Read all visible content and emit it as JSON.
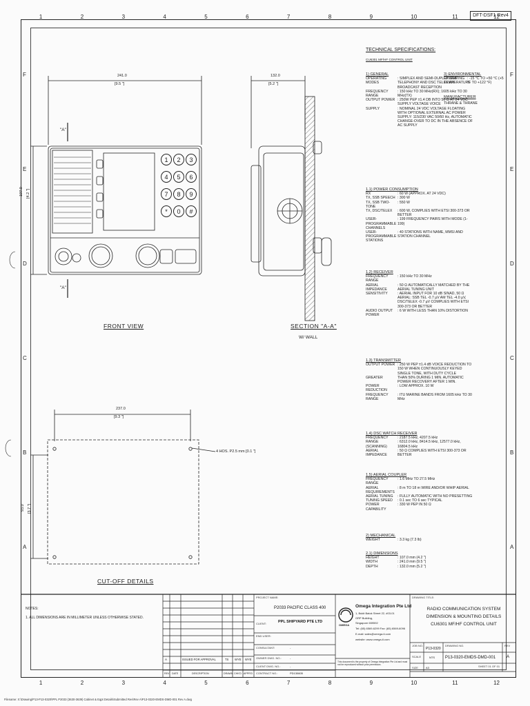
{
  "rev_tag": "DFT-DSF1 Rev4",
  "columns": [
    "1",
    "2",
    "3",
    "4",
    "5",
    "6",
    "7",
    "8",
    "9",
    "10",
    "11",
    "12"
  ],
  "rows": [
    "F",
    "E",
    "D",
    "C",
    "B",
    "A"
  ],
  "views": {
    "front_view": "FRONT VIEW",
    "section_title": "SECTION \"A-A\"",
    "section_sub": "W/ WALL",
    "cutoff": "CUT-OFF DETAILS",
    "section_marker": "\"A\"",
    "dim_width": "241.0",
    "dim_width_in": "[9.5 \"]",
    "dim_height": "107.0",
    "dim_height_in": "[4.2 \"]",
    "dim_depth": "132.0",
    "dim_depth_in": "[5.2 \"]",
    "cut_width": "237.0",
    "cut_width_in": "[9.3 \"]",
    "cut_height": "93.0",
    "cut_height_in": "[3.7 \"]",
    "holes_note": "4 HOS. P2.5 mm [0.1 \"]"
  },
  "keypad": [
    "1",
    "2",
    "3",
    "4",
    "5",
    "6",
    "7",
    "8",
    "9",
    "*",
    "0",
    "#"
  ],
  "specs": {
    "title": "TECHNICAL SPECIFICATIONS:",
    "subtitle": "CU6301 MF/HF CONTROL UNIT",
    "general_h": "1) GENERAL",
    "general": [
      {
        "k": "OPERATING MODES",
        "v": ": SIMPLEX AND SEMI-DUPLEX SSB TELEPHONY AND DSC TELEX AM BROADCAST RECEPTION"
      },
      {
        "k": "FREQUENCY RANGE",
        "v": ": 150 kHz TO 30 MHz(RX); 1605 kHz TO 30 MHz(TX)"
      },
      {
        "k": "OUTPUT POWER",
        "v": ": 250W PEP ±1.4 DB INTO 50 Ω AT 24 VDC SUPPLY VOLTAGE VOICE"
      },
      {
        "k": "SUPPLY",
        "v": ": NOMINAL 24 VDC VOLTAGE FLOATING WITH OPTIONAL EXTERNAL AC POWER SUPPLY: 115/230 VAC 50/60 Hz, AUTOMATIC CHANGE-OVER TO DC IN THE ABSENCE OF AC SUPPLY"
      }
    ],
    "power_h": "1.1) POWER CONSUMPTION",
    "power": [
      {
        "k": "RX",
        "v": ": 60 W (APPROX. AT 24 VDC)"
      },
      {
        "k": "TX, SSB SPEECH",
        "v": ": 300 W"
      },
      {
        "k": "TX, SSB TWO-TONE",
        "v": ": 550 W"
      },
      {
        "k": "TX, DSC/TELEX",
        "v": ": 600 W, COMPLIES WITH ETSI 300-373 OR BETTER"
      },
      {
        "k": "USER-PROGRAMMABLE CHANNELS",
        "v": ": 199 FREQUENCY PAIRS WITH MODE (1-199)"
      },
      {
        "k": "USER-PROGRAMMABLE STATIONS",
        "v": ": 40 STATIONS WITH NAME, MMSI AND STATION CHANNEL"
      }
    ],
    "receiver_h": "1.2) RECEIVER",
    "receiver": [
      {
        "k": "FREQUENCY RANGE",
        "v": ": 150 kHz TO 30 MHz"
      },
      {
        "k": "AERIAL IMPEDANCE",
        "v": ": 50 Ω AUTOMATICALLY MATCHED BY THE AERIAL TUNING UNIT"
      },
      {
        "k": "SENSITIVITY",
        "v": ": AERIAL INPUT FOR 10 dB SINAD, 50 Ω AERIAL: SSB TEL -0.7 µV AM TEL -4.0 µV, DSC/TELEX -0.7 µV COMPLIES WITH ETSI 300-373 OR BETTER"
      },
      {
        "k": "AUDIO OUTPUT POWER",
        "v": ": 6 W WITH LESS THAN 10% DISTORTION"
      }
    ],
    "transmitter_h": "1.3) TRANSMITTER",
    "transmitter": [
      {
        "k": "OUTPUT POWER",
        "v": ": 250 W PEP ±1.4 dB VOICE REDUCTION TO 150 W WHEN CONTINUOUSLY KEYED SINGLE TONE, WITH DUTY CYCLE"
      },
      {
        "k": "GREATER",
        "v": "THAN 50% DURING 1 MIN. AUTOMATIC POWER RECOVERY AFTER 1 MIN."
      },
      {
        "k": "POWER REDUCTION",
        "v": ": LOW APPROX. 10 W"
      },
      {
        "k": "FREQUENCY RANGE",
        "v": ": ITU MARINE BANDS FROM 1605 kHz TO 30 MHz"
      }
    ],
    "dsc_h": "1.4) DSC WATCH RECEIVER",
    "dsc": [
      {
        "k": "FREQUENCY",
        "v": ": 2187.5 kHz, 4207.5 kHz"
      },
      {
        "k": "RANGE (SCANNING)",
        "v": ": 6312.0 kHz, 8414.5 kHz, 12577.0 kHz, 16804.5 kHz"
      },
      {
        "k": "AERIAL IMPEDANCE",
        "v": ": 50 Ω COMPLIES WITH ETSI 300-373 OR BETTER"
      }
    ],
    "coupler_h": "1.5) AERIAL COUPLER",
    "coupler": [
      {
        "k": "FREQUENCY RANGE",
        "v": ": 1.6 MHz TO 27.5 MHz"
      },
      {
        "k": "AERIAL REQUIREMENTS",
        "v": ": 8 m TO 18 m WIRE AND/OR WHIP AERIAL"
      },
      {
        "k": "AERIAL TUNING",
        "v": ": FULLY AUTOMATIC WITH NO PRESETTING"
      },
      {
        "k": "TUNING SPEED",
        "v": ": 0.1 sec TO 6 sec TYPICAL"
      },
      {
        "k": "POWER CAPABILITY",
        "v": ": 330 W PEP IN 50 Ω"
      }
    ],
    "mech_h": "2) MECHANICAL",
    "mech": [
      {
        "k": "WEIGHT",
        "v": ": 3.3 kg (7.3 lb)"
      }
    ],
    "dim_h": "2.1) DIMENSIONS",
    "dims": [
      {
        "k": "HEIGHT",
        "v": ": 107.0 mm (4.2 \")"
      },
      {
        "k": "WIDTH",
        "v": ": 241.0 mm (9.5 \")"
      },
      {
        "k": "DEPTH",
        "v": ": 132.0 mm (5.2 \")"
      }
    ],
    "env_h": "3) ENVIRONMENTAL",
    "env": [
      {
        "k": "OPERATING TEMPERATURE",
        "v": ": -15 °C TO +50 °C (+5 °F TO +122 °F)"
      }
    ],
    "mfr_h": "MANUFACTURER",
    "mfr": "THRANE & THRANE"
  },
  "title_block": {
    "notes_h": "NOTES:",
    "note1": "1. ALL DIMENSIONS ARE IN MILLIMETER UNLESS OTHERWISE STATED.",
    "project_lbl": "PROJECT NAME:",
    "project": "P2033 PACIFIC CLASS 400",
    "client_lbl": "CLIENT:",
    "client": "PPL SHIPYARD PTE LTD",
    "end_user_lbl": "END USER:",
    "consultant_lbl": "CONSULTANT:",
    "consultant": "-",
    "owner_lbl": "OWNER DWG. NO.:",
    "owner": "-",
    "client_dwg_lbl": "CLIENT DWG. NO.:",
    "client_dwg": "-",
    "contract_lbl": "CONTRACT NO.:",
    "contract": "PD130605",
    "rev_row": {
      "rev": "A",
      "desc": "ISSUED FOR APPROVAL",
      "by": "TS",
      "chk": "WYE",
      "appd": "WYE"
    },
    "rev_hdr": {
      "rev": "REV",
      "date": "DATE",
      "desc": "DESCRIPTION",
      "by": "DRAWN",
      "chk": "CHK'D",
      "appd": "APPR'D"
    },
    "company": "Omega Integration Pte Ltd",
    "addr1": "1, Bukit Batok Street 22, #03-01",
    "addr2": "GRP Building,",
    "addr3": "Singapore 659592",
    "tel": "Tel: (65) 6569-6299 Fax: (65) 6569-6096",
    "email": "E-mail: sales@omega-ti.com",
    "web": "website: www.omega-ti.com",
    "logo_text": "OMEGA",
    "disclaimer": "This document is the property of Omega Integration Pte Ltd and must not be reproduced without prior permission.",
    "dwg_title_lbl": "DRAWING TITLE:",
    "dwg_title1": "RADIO COMMUNICATION SYSTEM",
    "dwg_title2": "DIMENSION & MOUNTING DETAILS",
    "dwg_title3": "CU6301 MF/HF CONTROL UNIT",
    "job_lbl": "JOB NO.",
    "job": "P13-0320",
    "dwg_no_lbl": "DRAWING NO.",
    "dwg_no": "P13-0320-EMDS-DMD-001",
    "rev_lbl": "REV",
    "rev": "A",
    "scale_lbl": "SCALE",
    "scale": "NTS",
    "size_lbl": "SIZE",
    "size": "A3",
    "sheet": "SHEET 01 OF 01"
  },
  "footer": "Filename: X:\\Drawing\\P13-P13-0320\\PPL P2033 (3630-3639) Cabinet & Eqpt Details\\Submitted Rev\\Rev A\\P13-0320-EMDS-DMD-001 Rev A.dwg"
}
